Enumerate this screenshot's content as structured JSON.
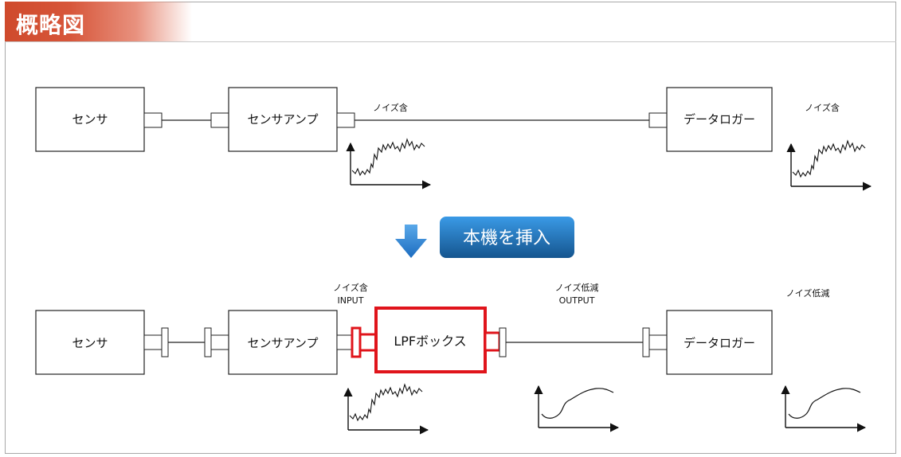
{
  "header": {
    "title": "概略図"
  },
  "top_row": {
    "sensor": "センサ",
    "amp": "センサアンプ",
    "logger": "データロガー",
    "noise_mid": "ノイズ含",
    "noise_right": "ノイズ含"
  },
  "insert": {
    "label": "本機を挿入",
    "arrow_color": "#2c7fd0",
    "badge_color": "#1f6fb8"
  },
  "bottom_row": {
    "sensor": "センサ",
    "amp": "センサアンプ",
    "lpf": "LPFボックス",
    "logger": "データロガー",
    "input_noise": "ノイズ含",
    "input_label": "INPUT",
    "output_noise": "ノイズ低減",
    "output_label": "OUTPUT",
    "right_noise": "ノイズ低減",
    "lpf_color": "#e0141b"
  }
}
